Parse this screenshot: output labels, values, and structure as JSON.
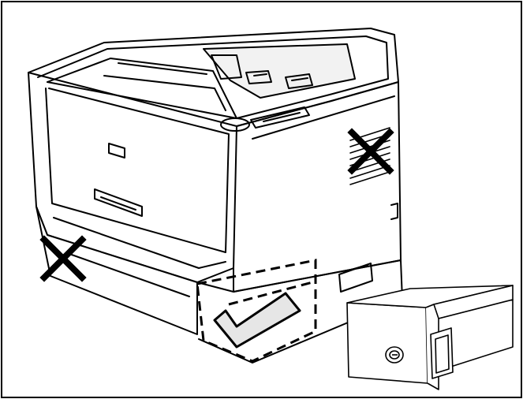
{
  "figure": {
    "subject": "laser printer",
    "marks": [
      {
        "name": "right-side-vent",
        "mark": "prohibited-x-icon"
      },
      {
        "name": "front-left-lower-corner",
        "mark": "prohibited-x-icon"
      },
      {
        "name": "front-right-lower-corner",
        "mark": "allowed-check-icon"
      }
    ],
    "inset": "security-lock-bracket"
  },
  "colors": {
    "line": "#000000",
    "background": "#ffffff",
    "panel_shade": "#f2f2f2",
    "check_fill": "#e6e6e6"
  }
}
